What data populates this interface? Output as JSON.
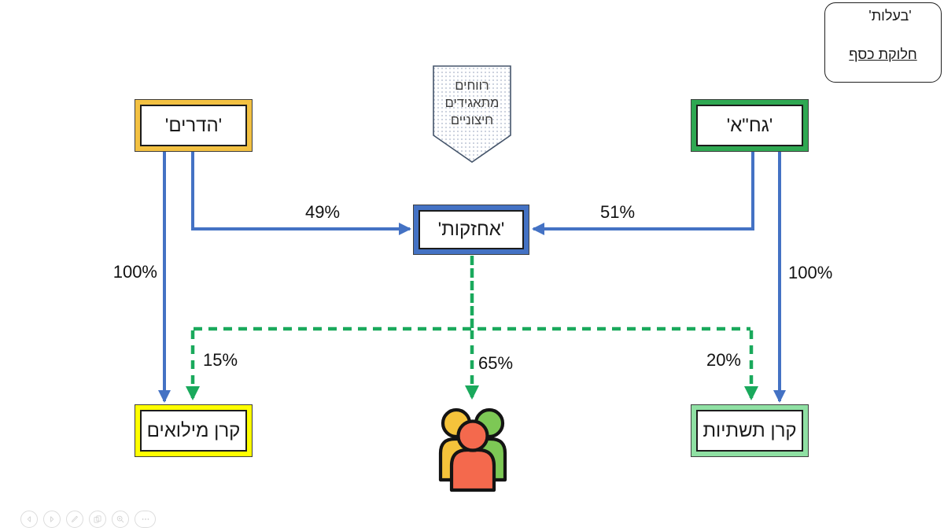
{
  "nodes": {
    "hadarim": {
      "label": "'הדרים'"
    },
    "gaha": {
      "label": "'גח\"א'"
    },
    "holdings": {
      "label": "'אחזקות'"
    },
    "reserve_fund": {
      "label": "קרן מילואים"
    },
    "infrastructure_fund": {
      "label": "קרן תשתיות"
    }
  },
  "shield": {
    "text": "רווחים מתאגידים חיצוניים"
  },
  "edge_labels": {
    "hadarim_to_holdings": "49%",
    "gaha_to_holdings": "51%",
    "hadarim_to_reserve": "100%",
    "gaha_to_infrastructure": "100%",
    "money_to_reserve": "15%",
    "money_to_public": "65%",
    "money_to_infrastructure": "20%"
  },
  "legend": {
    "ownership_label": "'בעלות'",
    "money_label": "חלוקת כסף"
  },
  "icons": {
    "people_group": "three-people-icon",
    "toolbar": [
      "previous-slide-icon",
      "next-slide-icon",
      "pen-icon",
      "slide-navigator-icon",
      "zoom-icon",
      "more-options-icon"
    ]
  },
  "colors": {
    "ownership_blue": "#4472C4",
    "money_green": "#1AA95C",
    "hadarim_border": "#F3C142",
    "gaha_border": "#2FA852",
    "holdings_border": "#4472C4",
    "reserve_border": "#FFFF00",
    "infrastructure_border": "#8FE0A3",
    "shield_outline": "#44546A",
    "people_yellow": "#F5C33B",
    "people_green": "#7DC855",
    "people_red": "#F4694D"
  }
}
